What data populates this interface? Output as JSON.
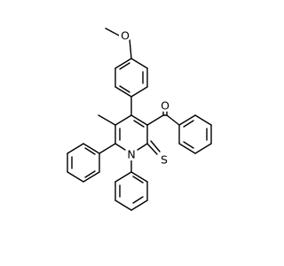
{
  "structure": {
    "atom_labels": {
      "methoxy_oxygen": "O",
      "carbonyl_oxygen": "O",
      "ring_nitrogen": "N",
      "thione_sulfur": "S"
    },
    "colors": {
      "bond": "#000000",
      "label": "#000000",
      "background": "#ffffff"
    }
  }
}
